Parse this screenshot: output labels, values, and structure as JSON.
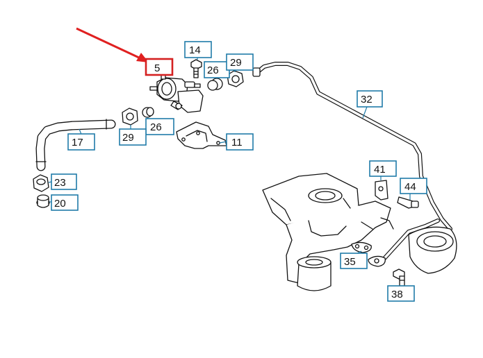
{
  "diagram": {
    "accent_color": "#1f7ba8",
    "highlight_color": "#d42020",
    "arrow_color": "#e02020",
    "callouts": [
      {
        "id": "c5",
        "label": "5",
        "selected": true
      },
      {
        "id": "c14",
        "label": "14"
      },
      {
        "id": "c26a",
        "label": "26"
      },
      {
        "id": "c29a",
        "label": "29"
      },
      {
        "id": "c32",
        "label": "32"
      },
      {
        "id": "c26b",
        "label": "26"
      },
      {
        "id": "c29b",
        "label": "29"
      },
      {
        "id": "c11",
        "label": "11"
      },
      {
        "id": "c17",
        "label": "17"
      },
      {
        "id": "c23",
        "label": "23"
      },
      {
        "id": "c20",
        "label": "20"
      },
      {
        "id": "c41",
        "label": "41"
      },
      {
        "id": "c44",
        "label": "44"
      },
      {
        "id": "c35",
        "label": "35"
      },
      {
        "id": "c38",
        "label": "38"
      }
    ]
  }
}
